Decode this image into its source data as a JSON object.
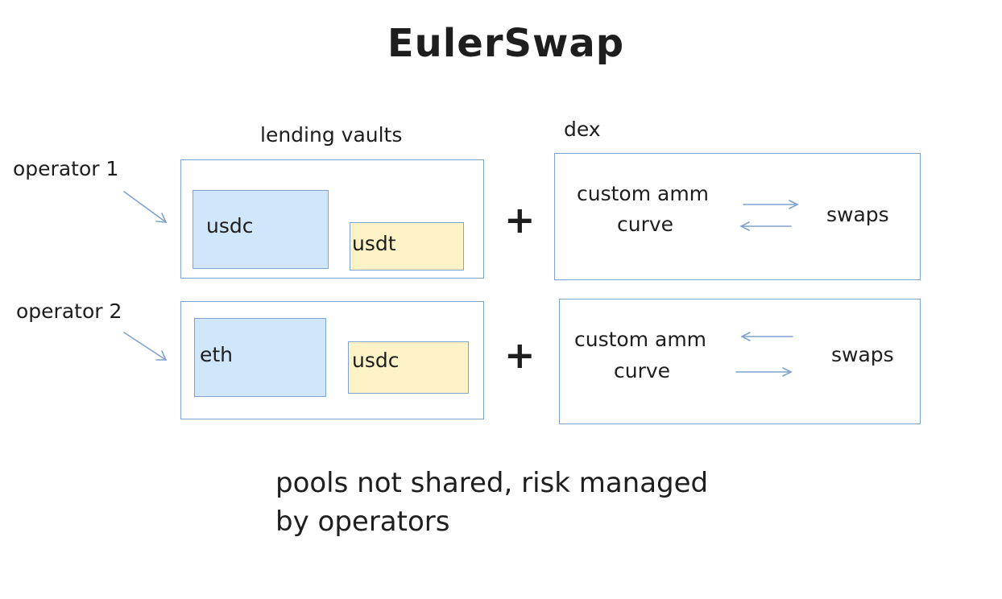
{
  "title": "EulerSwap",
  "columns": {
    "left": "lending vaults",
    "right": "dex"
  },
  "operators": [
    {
      "label": "operator 1",
      "vault_a": "usdc",
      "vault_b": "usdt",
      "plus": "+",
      "dex_label_line1": "custom amm",
      "dex_label_line2": "curve",
      "dex_swaps": "swaps"
    },
    {
      "label": "operator 2",
      "vault_a": "eth",
      "vault_b": "usdc",
      "plus": "+",
      "dex_label_line1": "custom amm",
      "dex_label_line2": "curve",
      "dex_swaps": "swaps"
    }
  ],
  "note": {
    "line1": "pools not shared, risk managed",
    "line2": "by operators"
  },
  "colors": {
    "stroke": "#7fa3cf",
    "blue_fill": "#d0e6fb",
    "yellow_fill": "#fdf3c7",
    "text": "#1e1e1e"
  }
}
